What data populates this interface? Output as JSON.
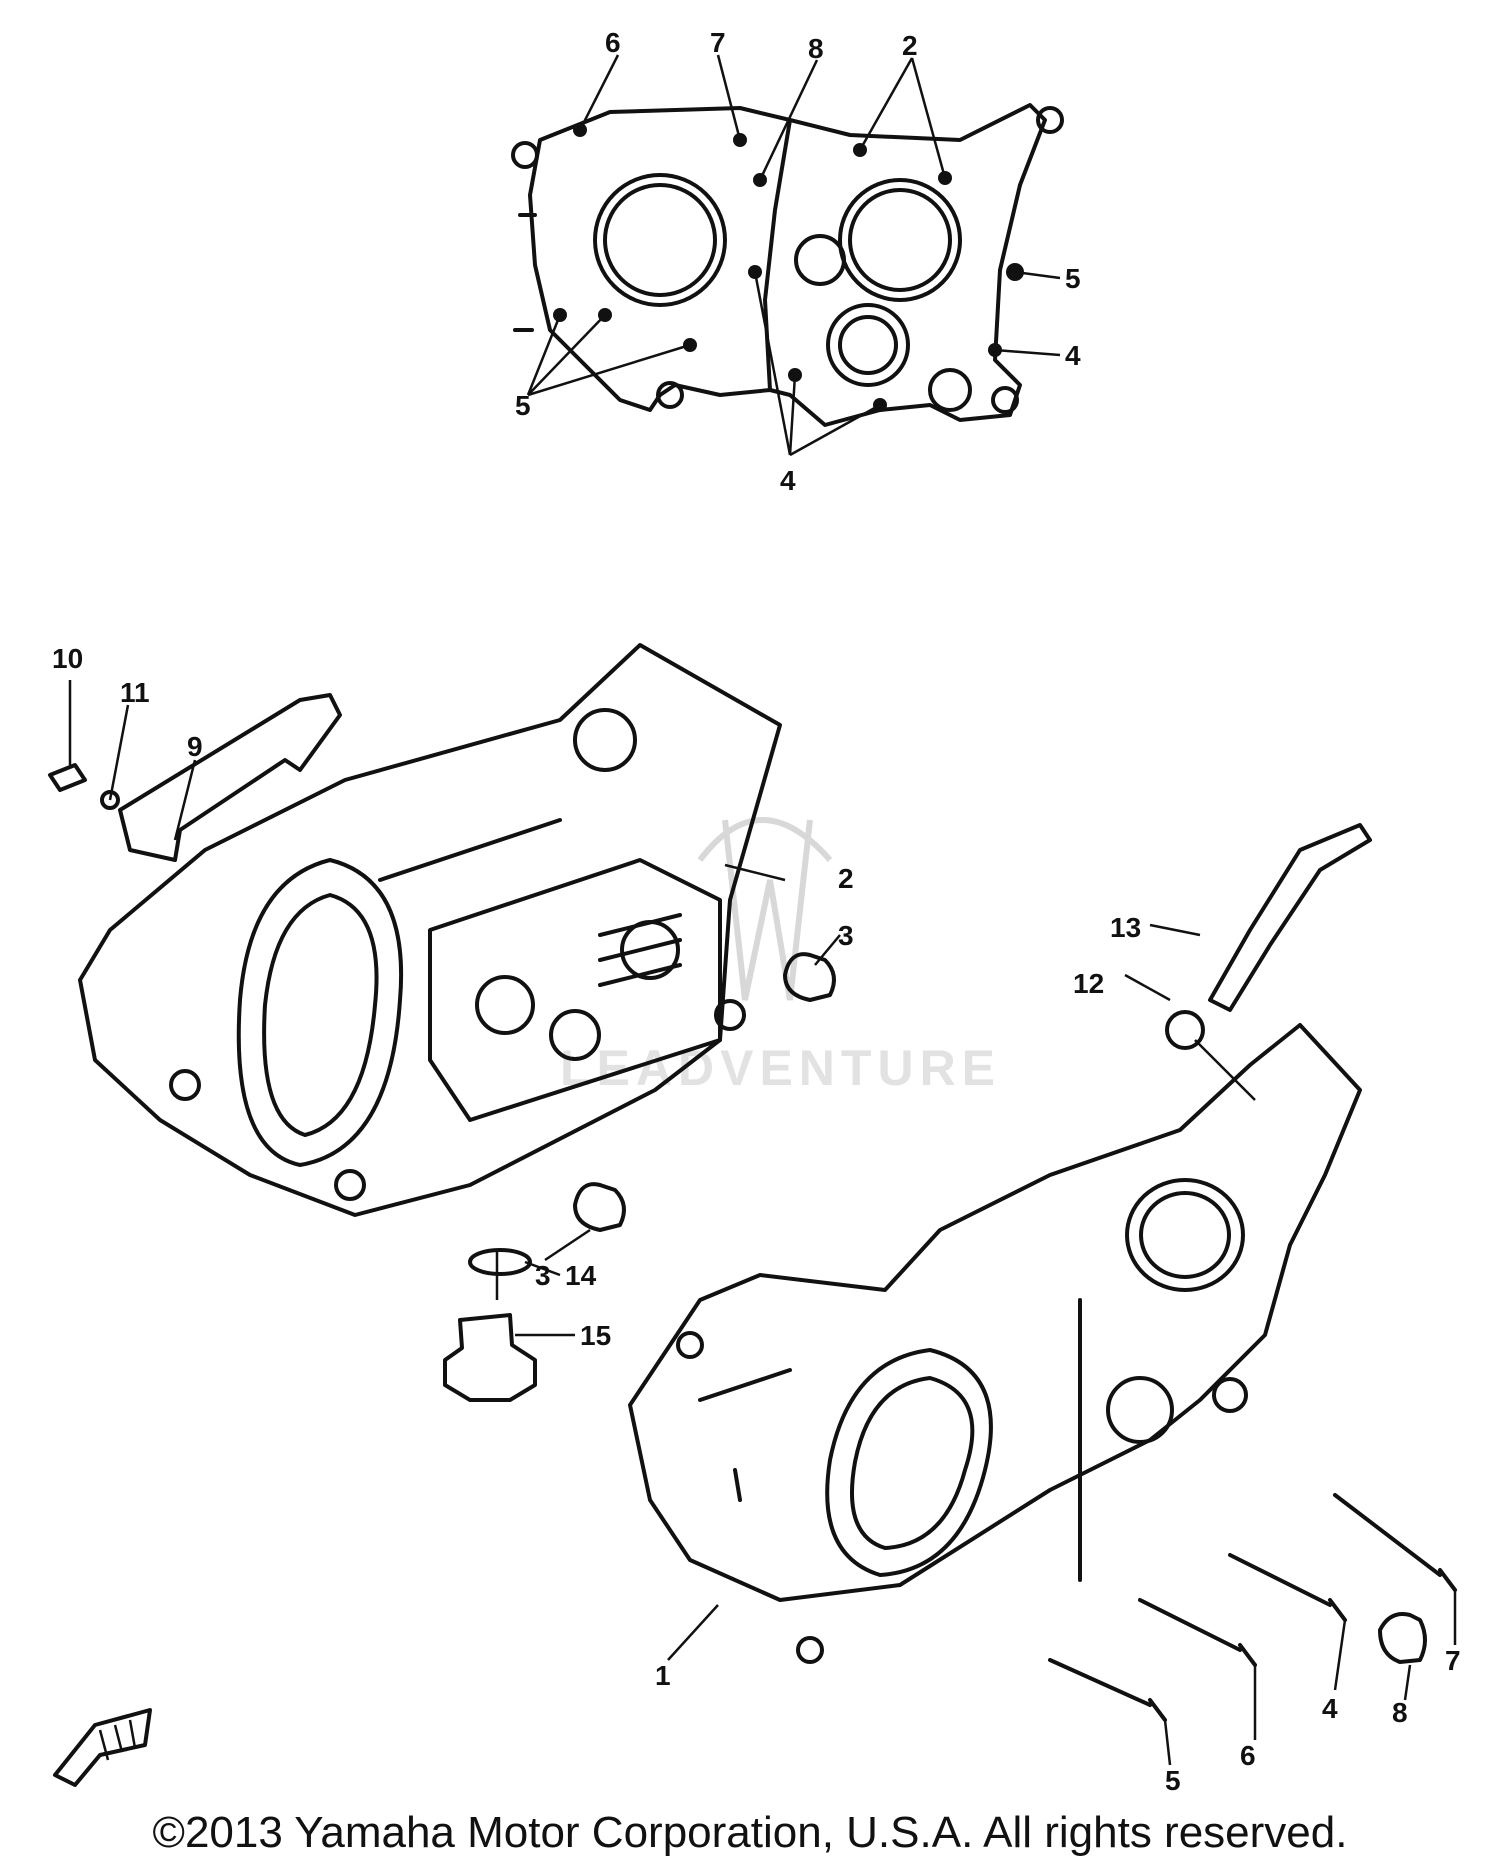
{
  "watermark": {
    "text": "LEADVENTURE"
  },
  "top_view": {
    "labels": [
      "6",
      "7",
      "8",
      "2",
      "5",
      "4",
      "5",
      "4"
    ]
  },
  "exploded_view": {
    "labels": [
      "10",
      "11",
      "9",
      "2",
      "3",
      "13",
      "12",
      "14",
      "15",
      "3",
      "1",
      "5",
      "6",
      "4",
      "8",
      "7"
    ]
  },
  "copyright": "©2013 Yamaha Motor Corporation, U.S.A. All rights reserved."
}
